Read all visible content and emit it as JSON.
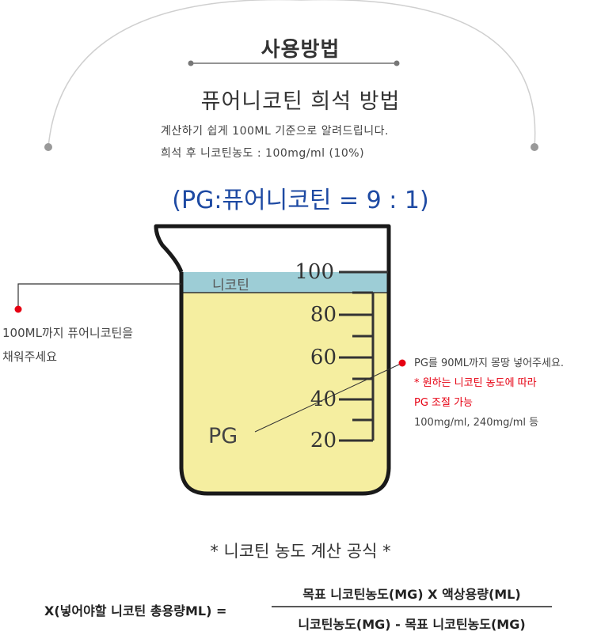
{
  "title": "사용방법",
  "subtitle": "퓨어니코틴 희석 방법",
  "description": {
    "line1": "계산하기 쉽게 100ML 기준으로 알려드립니다.",
    "line2": "희석 후 니코틴농도 : 100mg/ml (10%)"
  },
  "ratio": "(PG:퓨어니코틴 = 9 : 1)",
  "beaker": {
    "nicotine_label": "니코틴",
    "pg_label": "PG",
    "ticks": [
      "100",
      "80",
      "60",
      "40",
      "20"
    ],
    "colors": {
      "nicotine_layer": "#9dcdd6",
      "pg_layer": "#f5eea0"
    }
  },
  "left_note": {
    "line1": "100ML까지 퓨어니코틴을",
    "line2": "채워주세요"
  },
  "right_note": {
    "line1": "PG를 90ML까지 몽땅 넣어주세요.",
    "line2": "* 원하는 니코틴 농도에 따라",
    "line3": "PG 조절 가능",
    "line4": "100mg/ml, 240mg/ml 등"
  },
  "formula": {
    "title": "* 니코틴 농도 계산 공식 *",
    "lhs": "X(넣어야할 니코틴 총용량ML) =",
    "numerator": "목표 니코틴농도(MG) X 액상용량(ML)",
    "denominator": "니코틴농도(MG) - 목표 니코틴농도(MG)"
  },
  "colors": {
    "accent_blue": "#1e4aa3",
    "accent_red": "#e60012"
  }
}
